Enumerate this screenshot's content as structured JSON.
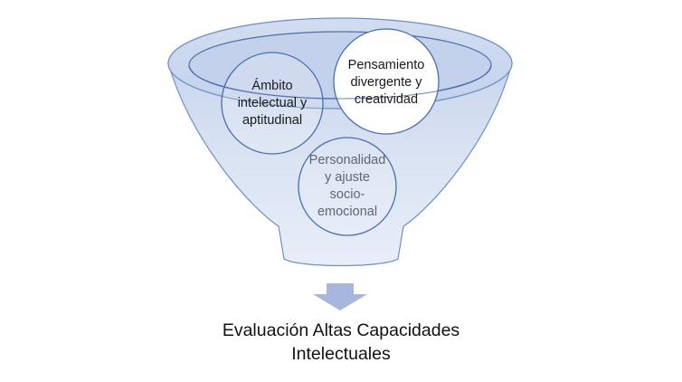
{
  "diagram": {
    "circles": {
      "ambito": "Ámbito\nintelectual y\naptitudinal",
      "pensamiento": "Pensamiento\ndivergente y\ncreatividad",
      "personalidad": "Personalidad\ny ajuste\nsocio-\nemocional"
    },
    "caption": "Evaluación Altas Capacidades\nIntelectuales"
  },
  "colors": {
    "funnel_fill": "#d6e1f2",
    "funnel_stroke": "#6f8fc4",
    "circle_stroke": "#4a6fad",
    "arrow_fill": "#a7b6dc"
  }
}
